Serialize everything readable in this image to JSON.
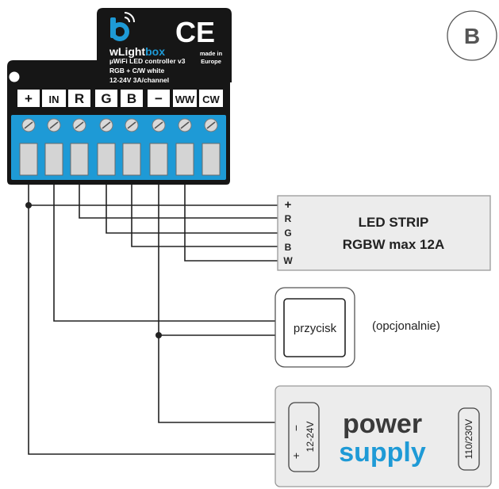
{
  "badge": {
    "letter": "B"
  },
  "controller": {
    "brand_prefix": "w",
    "brand_main": "Light",
    "brand_suffix": "box",
    "ce_mark": "CE",
    "model": "µWiFi LED controller v3",
    "variant": "RGB + C/W white",
    "specs": "12-24V  3A/channel",
    "made_in_line1": "made in",
    "made_in_line2": "Europe",
    "terminals": [
      "+",
      "IN",
      "R",
      "G",
      "B",
      "−",
      "WW",
      "CW"
    ]
  },
  "led_strip": {
    "title_line1": "LED STRIP",
    "title_line2": "RGBW max 12A",
    "pins": [
      "+",
      "R",
      "G",
      "B",
      "W"
    ]
  },
  "button": {
    "label": "przycisk",
    "note": "(opcjonalnie)"
  },
  "power_supply": {
    "word1": "power",
    "word2": "supply",
    "minus": "−",
    "plus": "+",
    "output_voltage": "12-24V",
    "input_voltage": "110/230V"
  },
  "colors": {
    "accent_blue": "#1e9ad6",
    "controller_body": "#161616",
    "wire": "#222222",
    "box_stroke": "#9a9a9a",
    "box_fill": "#ececec"
  }
}
